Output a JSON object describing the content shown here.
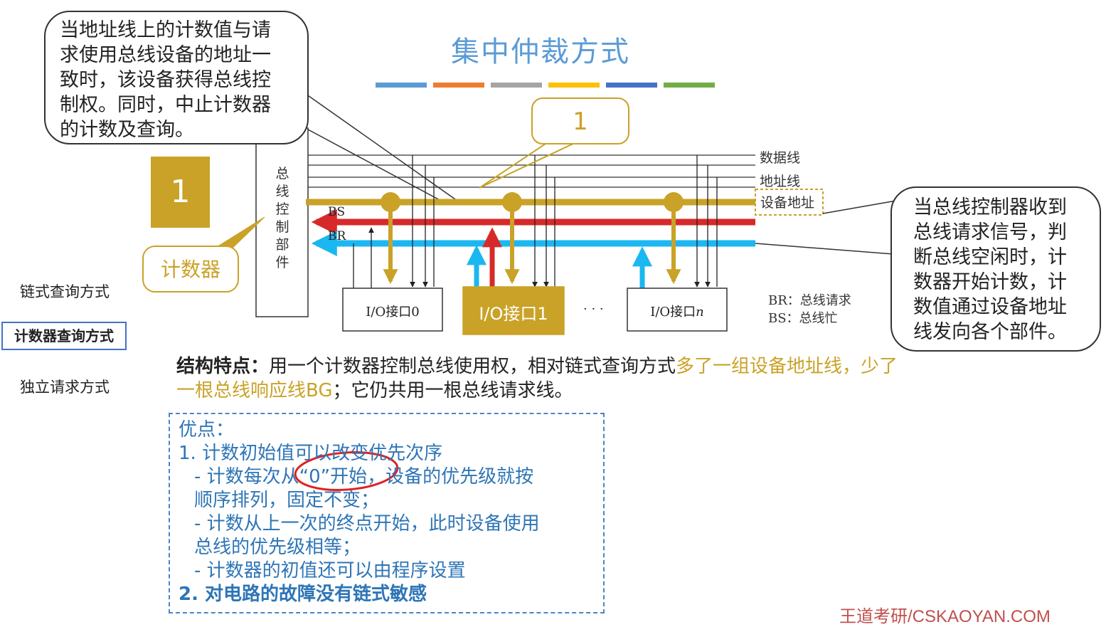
{
  "title": "集中仲裁方式",
  "colors": {
    "title": "#5b9bd5",
    "gold": "#c9a227",
    "red": "#d62a2a",
    "blue": "#1ab7f0",
    "stripes": [
      "#5b9bd5",
      "#ed7d31",
      "#a5a5a5",
      "#ffc000",
      "#4472c4",
      "#70ad47"
    ]
  },
  "callout_left": {
    "lines": [
      "当地址线上的计数值与请",
      "求使用总线设备的地址一",
      "致时，该设备获得总线控",
      "制权。同时，中止计数器",
      "的计数及查询。"
    ]
  },
  "callout_right": {
    "lines": [
      "当总线控制器收到",
      "总线请求信号，判",
      "断总线空闲时，计",
      "数器开始计数，计",
      "数值通过设备地址",
      "线发向各个部件。"
    ]
  },
  "diagram": {
    "counter_value_box": "1",
    "counter_label": "计数器",
    "address_value_callout": "1",
    "controller_label_chars": [
      "总",
      "线",
      "控",
      "制",
      "部",
      "件"
    ],
    "line_labels": {
      "data": "数据线",
      "address": "地址线",
      "device_address": "设备地址",
      "bs": "BS",
      "br": "BR"
    },
    "devices": [
      "I/O接口0",
      "I/O接口1",
      "I/O接口"
    ],
    "device_n_suffix": "n",
    "ellipsis": "· · ·",
    "legend": [
      "BR：总线请求",
      "BS：总线忙"
    ]
  },
  "nav": {
    "items": [
      "链式查询方式",
      "计数器查询方式",
      "独立请求方式"
    ],
    "active_index": 1
  },
  "structure": {
    "label": "结构特点：",
    "text1": "用一个计数器控制总线使用权，相对链式查询方式",
    "highlight": "多了一组设备地址线，少了一根总线响应线BG",
    "text2": "；它仍共用一根总线请求线。"
  },
  "advantages": {
    "heading": "优点：",
    "item1": "1.  计数初始值可以改变优先次序",
    "sub1a": "- 计数每次从“0”开始，设备的优先级就按",
    "sub1b": "顺序排列，固定不变；",
    "sub2a": "- 计数从上一次的终点开始，此时设备使用",
    "sub2b": "总线的优先级相等；",
    "sub3": "- 计数器的初值还可以由程序设置",
    "item2": "2.  对电路的故障没有链式敏感"
  },
  "watermark": "王道考研/CSKAOYAN.COM"
}
